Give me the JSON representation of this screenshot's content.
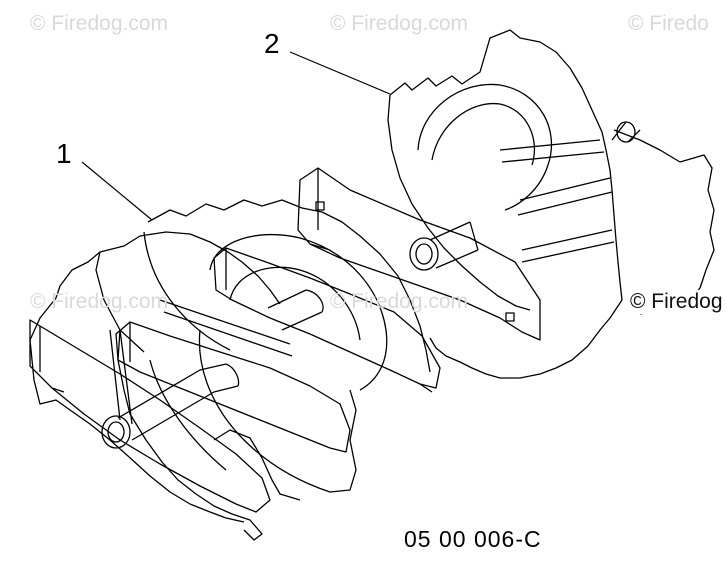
{
  "watermarks": {
    "top_left": "© Firedog.com",
    "top_center": "© Firedog.com",
    "top_right": "© Firedo",
    "mid_left": "© Firedog.com",
    "mid_center": "© Firedog.com",
    "mid_right": "© Firedog"
  },
  "callouts": {
    "part_1": "1",
    "part_2": "2"
  },
  "diagram_code": "05 00 006-C",
  "colors": {
    "line": "#000000",
    "watermark": "#d9d9d9",
    "background": "#ffffff"
  }
}
